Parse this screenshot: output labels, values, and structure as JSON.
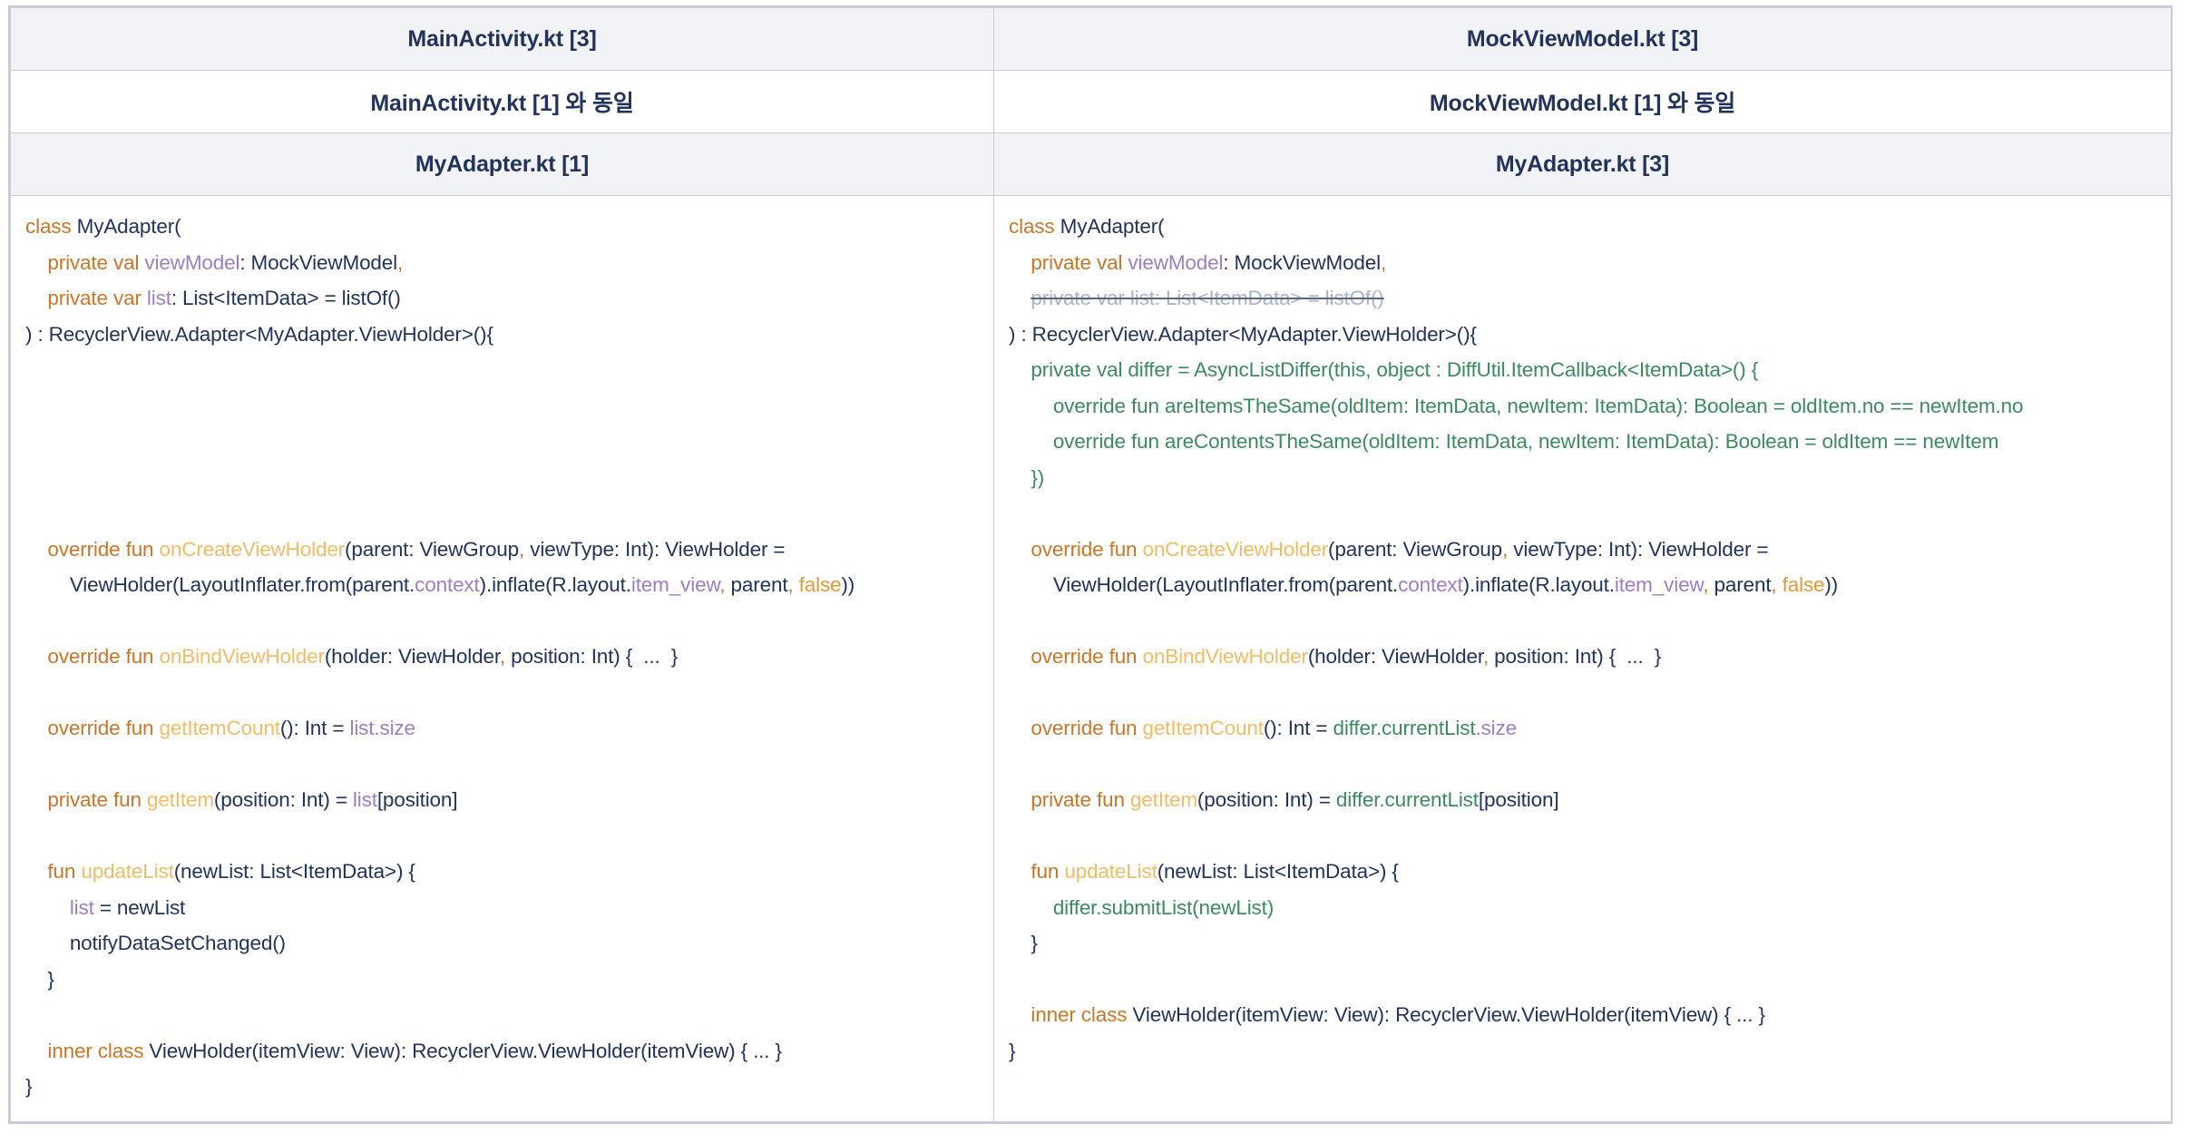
{
  "table": {
    "columns": [
      {
        "name": "left-column"
      },
      {
        "name": "right-column"
      }
    ],
    "header_rows": [
      {
        "style": "shade",
        "left": "MainActivity.kt [3]",
        "right": "MockViewModel.kt [3]"
      },
      {
        "style": "plain",
        "left": "MainActivity.kt [1] 와 동일",
        "right": "MockViewModel.kt [1] 와 동일"
      },
      {
        "style": "shade",
        "left": "MyAdapter.kt [1]",
        "right": "MyAdapter.kt [3]"
      }
    ]
  },
  "colors": {
    "header_bg": "#f1f3f7",
    "border": "#c7ccd8",
    "header_text": "#22335c",
    "keyword": "#c9762a",
    "function": "#f0bc68",
    "property": "#9b7fc4",
    "literal": "#e09a3e",
    "plain_text": "#22335c",
    "added": "#3d8a5f",
    "deleted": "#a9b2c6",
    "strike_line": "#5b6782"
  },
  "code": {
    "left": {
      "language": "kotlin",
      "title": "MyAdapter.kt [1]",
      "lines": [
        {
          "indent": 0,
          "status": "same",
          "tokens": [
            {
              "t": "class ",
              "c": "kw"
            },
            {
              "t": "MyAdapter(",
              "c": "txt"
            }
          ]
        },
        {
          "indent": 1,
          "status": "same",
          "tokens": [
            {
              "t": "private val ",
              "c": "kw"
            },
            {
              "t": "viewModel",
              "c": "prop"
            },
            {
              "t": ": MockViewModel",
              "c": "txt"
            },
            {
              "t": ",",
              "c": "pun"
            }
          ]
        },
        {
          "indent": 1,
          "status": "same",
          "tokens": [
            {
              "t": "private var ",
              "c": "kw"
            },
            {
              "t": "list",
              "c": "prop"
            },
            {
              "t": ": List<ItemData> = listOf()",
              "c": "txt"
            }
          ]
        },
        {
          "indent": 0,
          "status": "same",
          "tokens": [
            {
              "t": ") : RecyclerView.Adapter<MyAdapter.ViewHolder>(){",
              "c": "txt"
            }
          ]
        },
        {
          "indent": 0,
          "status": "blank",
          "tokens": []
        },
        {
          "indent": 0,
          "status": "blank",
          "tokens": []
        },
        {
          "indent": 0,
          "status": "blank",
          "tokens": []
        },
        {
          "indent": 0,
          "status": "blank",
          "tokens": []
        },
        {
          "indent": 0,
          "status": "blank",
          "tokens": []
        },
        {
          "indent": 1,
          "status": "same",
          "tokens": [
            {
              "t": "override fun ",
              "c": "kw"
            },
            {
              "t": "onCreateViewHolder",
              "c": "fn"
            },
            {
              "t": "(parent: ViewGroup",
              "c": "txt"
            },
            {
              "t": ",",
              "c": "pun"
            },
            {
              "t": " viewType: Int): ViewHolder =",
              "c": "txt"
            }
          ]
        },
        {
          "indent": 2,
          "status": "same",
          "tokens": [
            {
              "t": "ViewHolder(LayoutInflater.from(parent.",
              "c": "txt"
            },
            {
              "t": "context",
              "c": "prop"
            },
            {
              "t": ").inflate(R.layout.",
              "c": "txt"
            },
            {
              "t": "item_view",
              "c": "prop"
            },
            {
              "t": ",",
              "c": "pun"
            },
            {
              "t": " parent",
              "c": "txt"
            },
            {
              "t": ",",
              "c": "pun"
            },
            {
              "t": " ",
              "c": "txt"
            },
            {
              "t": "false",
              "c": "lit"
            },
            {
              "t": "))",
              "c": "txt"
            }
          ]
        },
        {
          "indent": 0,
          "status": "blank",
          "tokens": []
        },
        {
          "indent": 1,
          "status": "same",
          "tokens": [
            {
              "t": "override fun ",
              "c": "kw"
            },
            {
              "t": "onBindViewHolder",
              "c": "fn"
            },
            {
              "t": "(holder: ViewHolder",
              "c": "txt"
            },
            {
              "t": ",",
              "c": "pun"
            },
            {
              "t": " position: Int) {  ...  }",
              "c": "txt"
            }
          ]
        },
        {
          "indent": 0,
          "status": "blank",
          "tokens": []
        },
        {
          "indent": 1,
          "status": "same",
          "tokens": [
            {
              "t": "override fun ",
              "c": "kw"
            },
            {
              "t": "getItemCount",
              "c": "fn"
            },
            {
              "t": "(): Int = ",
              "c": "txt"
            },
            {
              "t": "list.size",
              "c": "prop"
            }
          ]
        },
        {
          "indent": 0,
          "status": "blank",
          "tokens": []
        },
        {
          "indent": 1,
          "status": "same",
          "tokens": [
            {
              "t": "private fun ",
              "c": "kw"
            },
            {
              "t": "getItem",
              "c": "fn"
            },
            {
              "t": "(position: Int) = ",
              "c": "txt"
            },
            {
              "t": "list",
              "c": "prop"
            },
            {
              "t": "[position]",
              "c": "txt"
            }
          ]
        },
        {
          "indent": 0,
          "status": "blank",
          "tokens": []
        },
        {
          "indent": 1,
          "status": "same",
          "tokens": [
            {
              "t": "fun ",
              "c": "kw"
            },
            {
              "t": "updateList",
              "c": "fn"
            },
            {
              "t": "(newList: List<ItemData>) {",
              "c": "txt"
            }
          ]
        },
        {
          "indent": 2,
          "status": "same",
          "tokens": [
            {
              "t": "list",
              "c": "prop"
            },
            {
              "t": " = newList",
              "c": "txt"
            }
          ]
        },
        {
          "indent": 2,
          "status": "same",
          "tokens": [
            {
              "t": "notifyDataSetChanged()",
              "c": "txt"
            }
          ]
        },
        {
          "indent": 1,
          "status": "same",
          "tokens": [
            {
              "t": "}",
              "c": "txt"
            }
          ]
        },
        {
          "indent": 0,
          "status": "blank",
          "tokens": []
        },
        {
          "indent": 1,
          "status": "same",
          "tokens": [
            {
              "t": "inner class ",
              "c": "kw"
            },
            {
              "t": "ViewHolder(itemView: View): RecyclerView.ViewHolder(itemView) { ... }",
              "c": "txt"
            }
          ]
        },
        {
          "indent": 0,
          "status": "same",
          "tokens": [
            {
              "t": "}",
              "c": "txt"
            }
          ]
        }
      ]
    },
    "right": {
      "language": "kotlin",
      "title": "MyAdapter.kt [3]",
      "lines": [
        {
          "indent": 0,
          "status": "same",
          "tokens": [
            {
              "t": "class ",
              "c": "kw"
            },
            {
              "t": "MyAdapter(",
              "c": "txt"
            }
          ]
        },
        {
          "indent": 1,
          "status": "same",
          "tokens": [
            {
              "t": "private val ",
              "c": "kw"
            },
            {
              "t": "viewModel",
              "c": "prop"
            },
            {
              "t": ": MockViewModel",
              "c": "txt"
            },
            {
              "t": ",",
              "c": "pun"
            }
          ]
        },
        {
          "indent": 1,
          "status": "removed",
          "tokens": [
            {
              "t": "private var list: List<ItemData> = listOf()",
              "c": "del"
            }
          ]
        },
        {
          "indent": 0,
          "status": "same",
          "tokens": [
            {
              "t": ") : RecyclerView.Adapter<MyAdapter.ViewHolder>(){",
              "c": "txt"
            }
          ]
        },
        {
          "indent": 1,
          "status": "added",
          "tokens": [
            {
              "t": "private val differ = AsyncListDiffer(this, object : DiffUtil.ItemCallback<ItemData>() {",
              "c": "add"
            }
          ]
        },
        {
          "indent": 2,
          "status": "added",
          "tokens": [
            {
              "t": "override fun areItemsTheSame(oldItem: ItemData, newItem: ItemData): Boolean = oldItem.no == newItem.no",
              "c": "add"
            }
          ]
        },
        {
          "indent": 2,
          "status": "added",
          "tokens": [
            {
              "t": "override fun areContentsTheSame(oldItem: ItemData, newItem: ItemData): Boolean = oldItem == newItem",
              "c": "add"
            }
          ]
        },
        {
          "indent": 1,
          "status": "added",
          "tokens": [
            {
              "t": "})",
              "c": "add"
            }
          ]
        },
        {
          "indent": 0,
          "status": "blank",
          "tokens": []
        },
        {
          "indent": 1,
          "status": "same",
          "tokens": [
            {
              "t": "override fun ",
              "c": "kw"
            },
            {
              "t": "onCreateViewHolder",
              "c": "fn"
            },
            {
              "t": "(parent: ViewGroup",
              "c": "txt"
            },
            {
              "t": ",",
              "c": "pun"
            },
            {
              "t": " viewType: Int): ViewHolder =",
              "c": "txt"
            }
          ]
        },
        {
          "indent": 2,
          "status": "same",
          "tokens": [
            {
              "t": "ViewHolder(LayoutInflater.from(parent.",
              "c": "txt"
            },
            {
              "t": "context",
              "c": "prop"
            },
            {
              "t": ").inflate(R.layout.",
              "c": "txt"
            },
            {
              "t": "item_view",
              "c": "prop"
            },
            {
              "t": ",",
              "c": "pun"
            },
            {
              "t": " parent",
              "c": "txt"
            },
            {
              "t": ",",
              "c": "pun"
            },
            {
              "t": " ",
              "c": "txt"
            },
            {
              "t": "false",
              "c": "lit"
            },
            {
              "t": "))",
              "c": "txt"
            }
          ]
        },
        {
          "indent": 0,
          "status": "blank",
          "tokens": []
        },
        {
          "indent": 1,
          "status": "same",
          "tokens": [
            {
              "t": "override fun ",
              "c": "kw"
            },
            {
              "t": "onBindViewHolder",
              "c": "fn"
            },
            {
              "t": "(holder: ViewHolder",
              "c": "txt"
            },
            {
              "t": ",",
              "c": "pun"
            },
            {
              "t": " position: Int) {  ...  }",
              "c": "txt"
            }
          ]
        },
        {
          "indent": 0,
          "status": "blank",
          "tokens": []
        },
        {
          "indent": 1,
          "status": "same",
          "tokens": [
            {
              "t": "override fun ",
              "c": "kw"
            },
            {
              "t": "getItemCount",
              "c": "fn"
            },
            {
              "t": "(): Int = ",
              "c": "txt"
            },
            {
              "t": "differ.currentList",
              "c": "add"
            },
            {
              "t": ".size",
              "c": "prop"
            }
          ]
        },
        {
          "indent": 0,
          "status": "blank",
          "tokens": []
        },
        {
          "indent": 1,
          "status": "same",
          "tokens": [
            {
              "t": "private fun ",
              "c": "kw"
            },
            {
              "t": "getItem",
              "c": "fn"
            },
            {
              "t": "(position: Int) = ",
              "c": "txt"
            },
            {
              "t": "differ.currentList",
              "c": "add"
            },
            {
              "t": "[position]",
              "c": "txt"
            }
          ]
        },
        {
          "indent": 0,
          "status": "blank",
          "tokens": []
        },
        {
          "indent": 1,
          "status": "same",
          "tokens": [
            {
              "t": "fun ",
              "c": "kw"
            },
            {
              "t": "updateList",
              "c": "fn"
            },
            {
              "t": "(newList: List<ItemData>) {",
              "c": "txt"
            }
          ]
        },
        {
          "indent": 2,
          "status": "added",
          "tokens": [
            {
              "t": "differ.submitList(newList)",
              "c": "add"
            }
          ]
        },
        {
          "indent": 1,
          "status": "same",
          "tokens": [
            {
              "t": "}",
              "c": "txt"
            }
          ]
        },
        {
          "indent": 0,
          "status": "blank",
          "tokens": []
        },
        {
          "indent": 1,
          "status": "same",
          "tokens": [
            {
              "t": "inner class ",
              "c": "kw"
            },
            {
              "t": "ViewHolder(itemView: View): RecyclerView.ViewHolder(itemView) { ... }",
              "c": "txt"
            }
          ]
        },
        {
          "indent": 0,
          "status": "same",
          "tokens": [
            {
              "t": "}",
              "c": "txt"
            }
          ]
        }
      ]
    }
  }
}
